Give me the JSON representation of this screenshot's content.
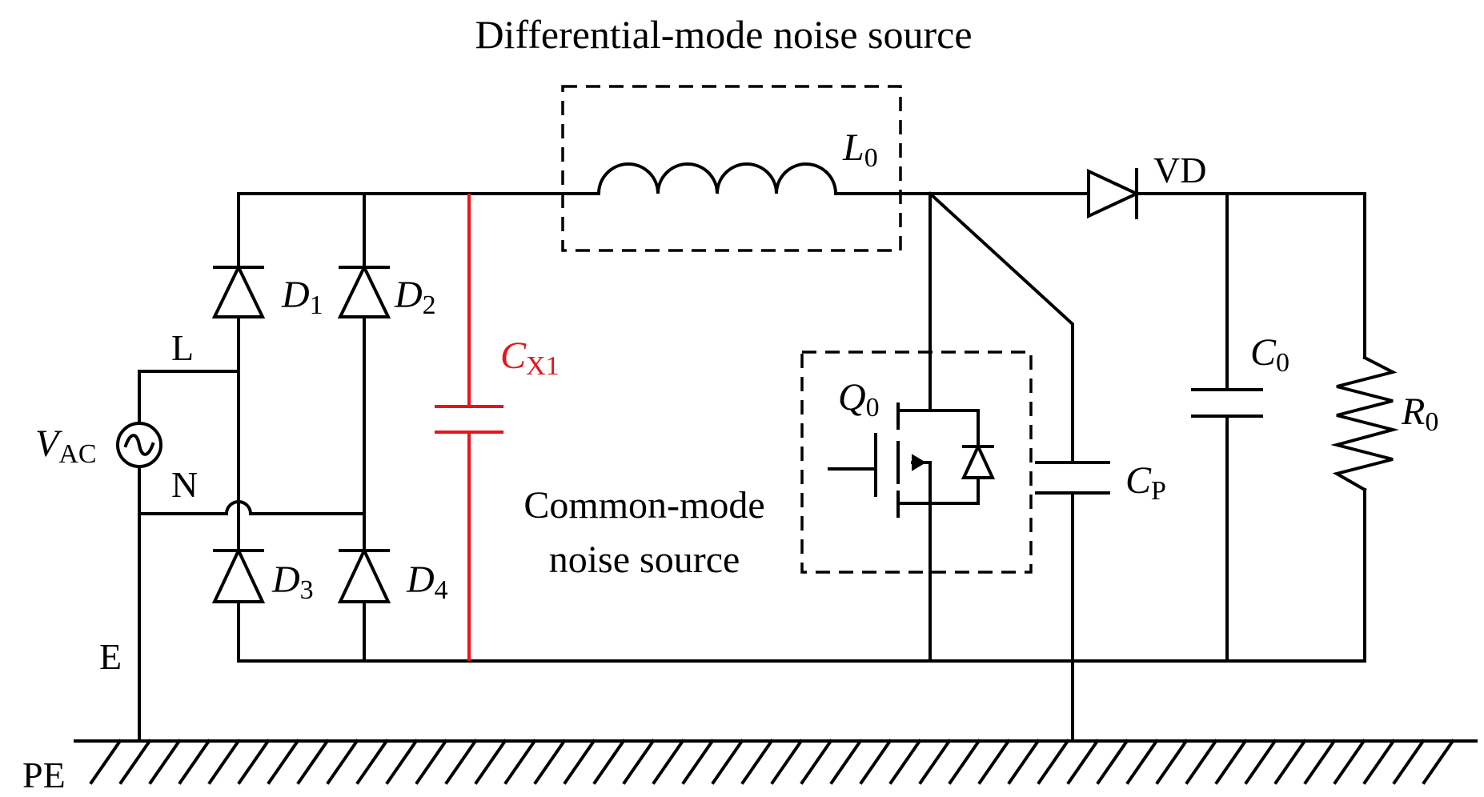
{
  "colors": {
    "wire": "#000000",
    "highlight": "#e8141c",
    "background": "#ffffff"
  },
  "labels": {
    "dm_title": "Differential-mode noise source",
    "cm_line1": "Common-mode",
    "cm_line2": "noise source",
    "L0": {
      "main": "L",
      "sub": "0"
    },
    "VD": "VD",
    "D1": {
      "main": "D",
      "sub": "1"
    },
    "D2": {
      "main": "D",
      "sub": "2"
    },
    "D3": {
      "main": "D",
      "sub": "3"
    },
    "D4": {
      "main": "D",
      "sub": "4"
    },
    "CX1": {
      "main": "C",
      "sub": "X1"
    },
    "Q0": {
      "main": "Q",
      "sub": "0"
    },
    "CP": {
      "main": "C",
      "sub": "P"
    },
    "C0": {
      "main": "C",
      "sub": "0"
    },
    "R0": {
      "main": "R",
      "sub": "0"
    },
    "VAC": {
      "main": "V",
      "sub": "AC"
    },
    "L": "L",
    "N": "N",
    "E": "E",
    "PE": "PE"
  }
}
